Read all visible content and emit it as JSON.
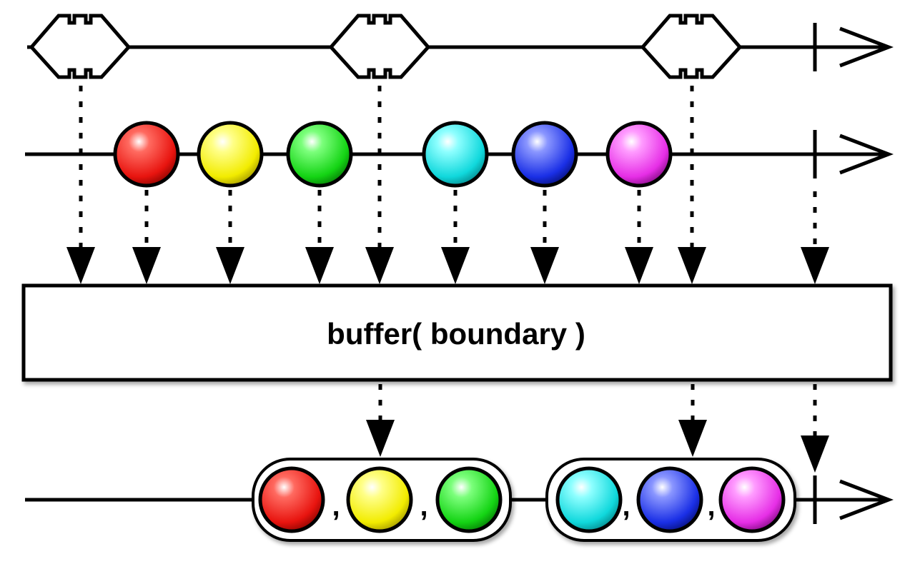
{
  "operator": {
    "label": "buffer( boundary )"
  },
  "colors": {
    "red": "#e8140f",
    "yellow": "#f2ec00",
    "green": "#14d414",
    "cyan": "#10d8dc",
    "blue": "#1a2fe6",
    "magenta": "#e62ee6"
  },
  "source_items": [
    "red",
    "yellow",
    "green",
    "cyan",
    "blue",
    "magenta"
  ],
  "output_buffers": [
    {
      "items": [
        "red",
        "yellow",
        "green"
      ],
      "separators": [
        ",",
        ","
      ]
    },
    {
      "items": [
        "cyan",
        "blue",
        "magenta"
      ],
      "separators": [
        ",",
        ","
      ]
    }
  ]
}
